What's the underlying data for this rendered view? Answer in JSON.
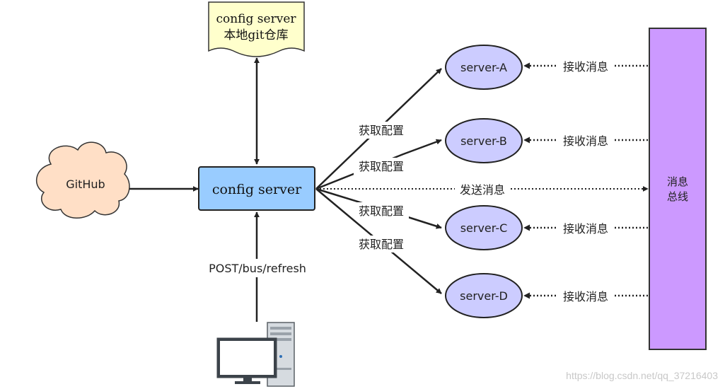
{
  "nodes": {
    "git_repo": {
      "line1": "config server",
      "line2": "本地git仓库"
    },
    "github": {
      "label": "GitHub"
    },
    "config_server": {
      "label": "config server"
    },
    "servers": [
      {
        "label": "server-A"
      },
      {
        "label": "server-B"
      },
      {
        "label": "server-C"
      },
      {
        "label": "server-D"
      }
    ],
    "bus": {
      "line1": "消息",
      "line2": "总线"
    }
  },
  "edges": {
    "fetch_config": [
      "获取配置",
      "获取配置",
      "获取配置",
      "获取配置"
    ],
    "receive_message": [
      "接收消息",
      "接收消息",
      "接收消息",
      "接收消息"
    ],
    "send_message": "发送消息",
    "refresh": "POST/bus/refresh"
  },
  "watermark": "https://blog.csdn.net/qq_37216403",
  "colors": {
    "config_server_fill": "#99ccff",
    "server_fill": "#ccccff",
    "bus_fill": "#cc99ff",
    "github_fill": "#ffdfc6",
    "doc_fill": "#ffffcc"
  }
}
